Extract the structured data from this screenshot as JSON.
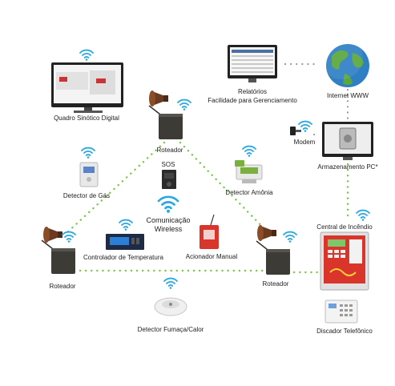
{
  "labels": {
    "quadro": "Quadro Sinótico Digital",
    "relatorios_title": "Relatórios",
    "relatorios_sub": "Facilidade para Gerenciamento",
    "internet": "Internet WWW",
    "modem": "Modem",
    "armazenamento": "Armazenamento PC*",
    "roteador_top": "Roteador",
    "roteador_left": "Roteador",
    "roteador_right": "Roteador",
    "sos": "SOS",
    "detector_gas": "Detector de Gás",
    "detector_amonia": "Detector Amônia",
    "comunicacao_1": "Comunicação",
    "comunicacao_2": "Wireless",
    "controlador": "Controlador de Temperatura",
    "acionador": "Acionador Manual",
    "central": "Central de Incêndio",
    "detector_fumaca": "Detector Fumaça/Calor",
    "discador": "Discador Telefônico"
  },
  "colors": {
    "link": "#7ac943",
    "wifi": "#2aa8e0",
    "panel": "#d9352b",
    "router": "#3d3b36",
    "horn": "#6b3b1f"
  }
}
